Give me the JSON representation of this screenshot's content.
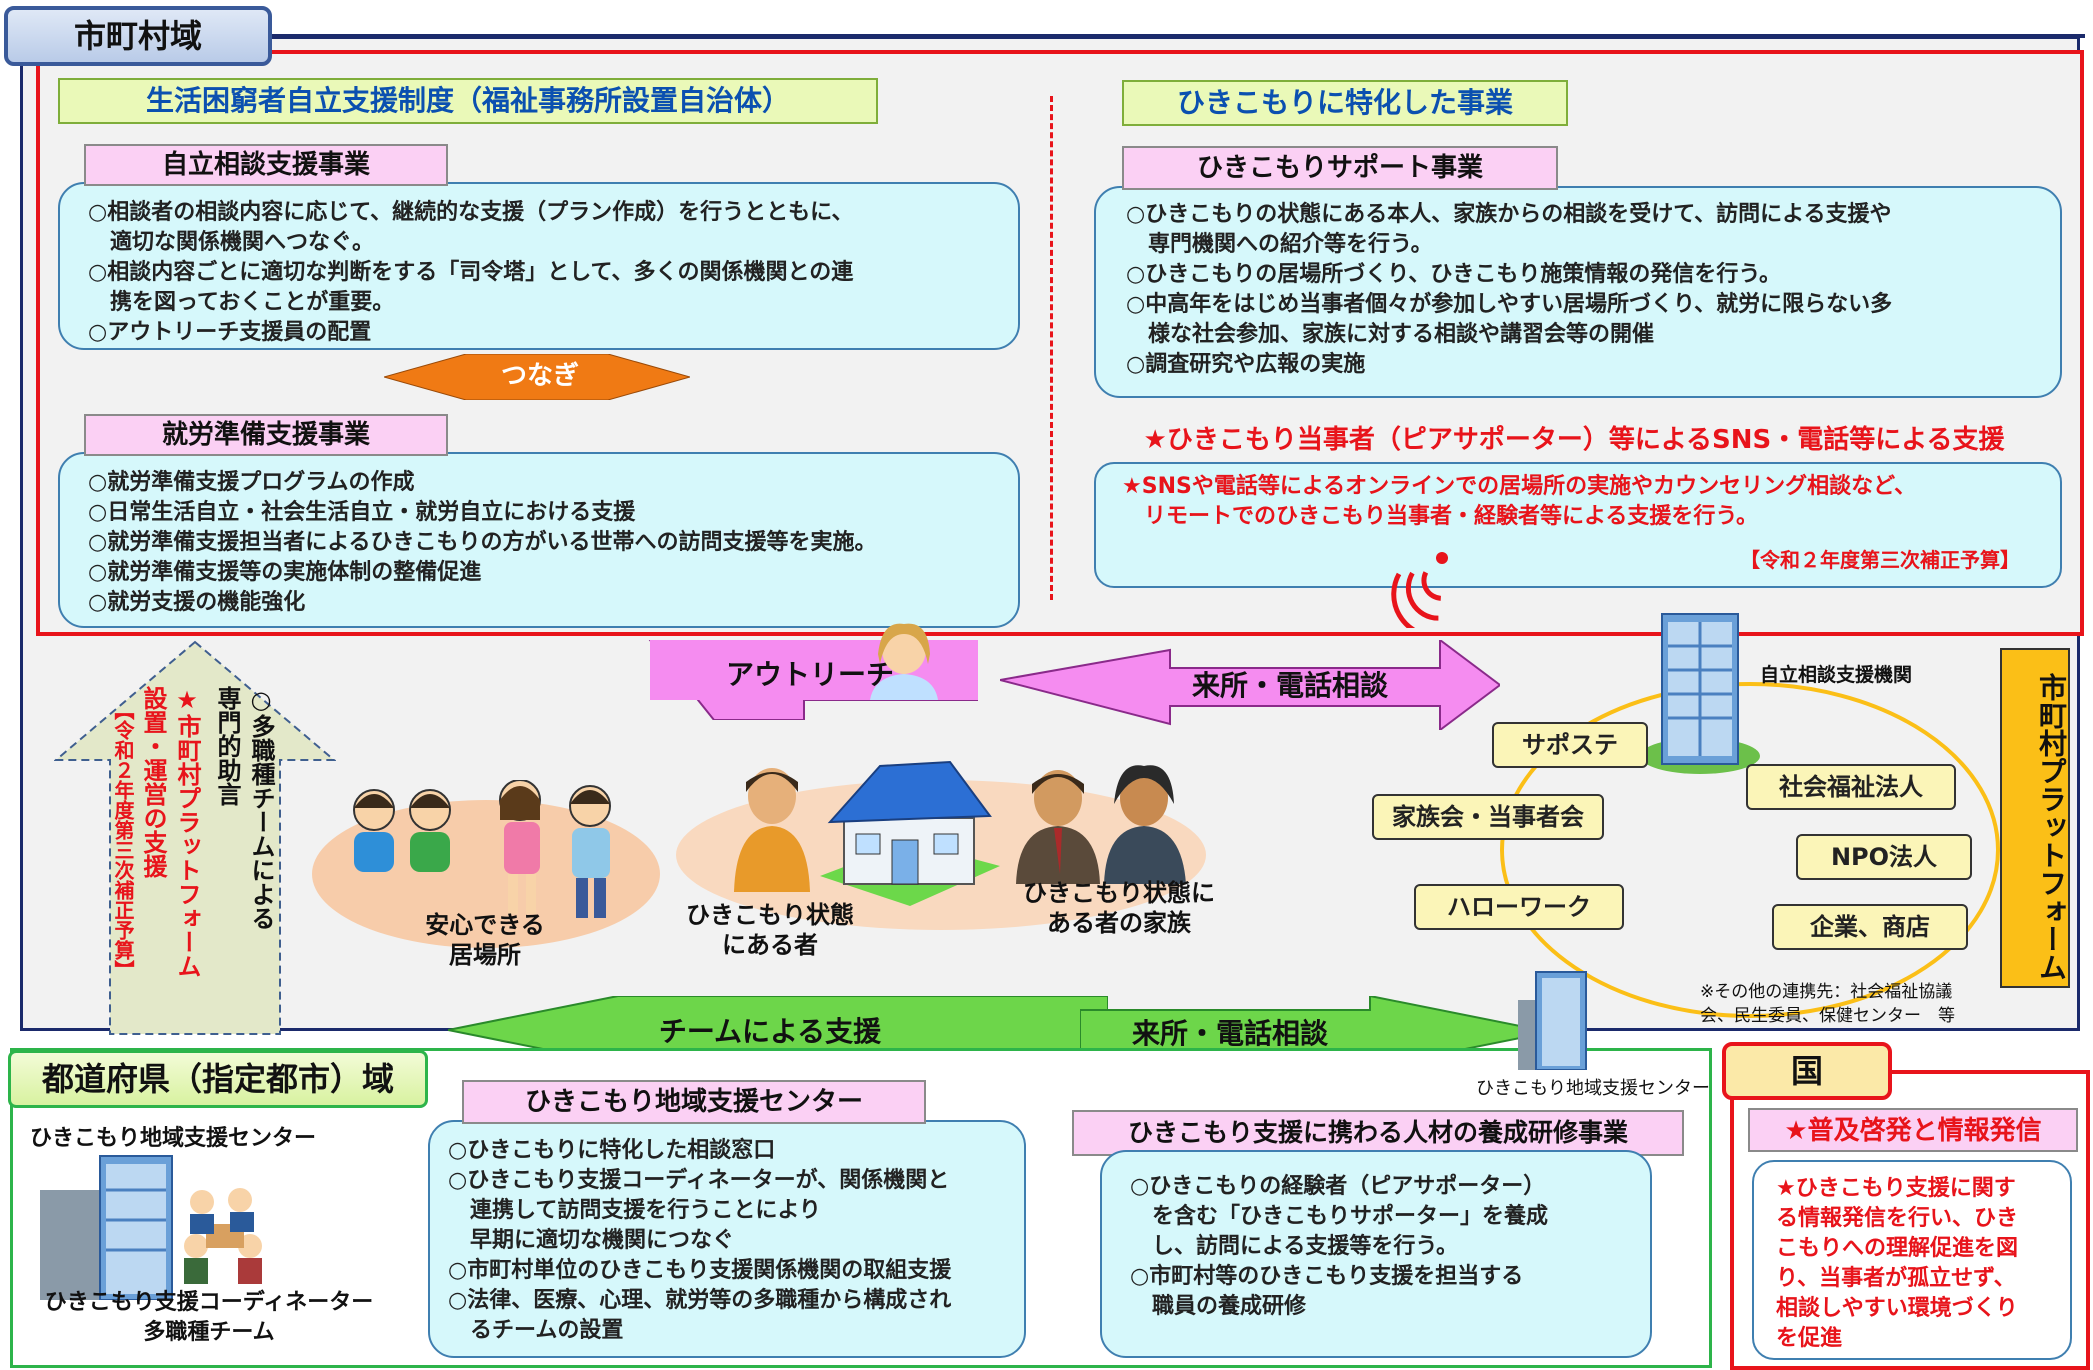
{
  "municipal": {
    "label": "市町村域",
    "poverty_title": "生活困窮者自立支援制度（福祉事務所設置自治体）",
    "jiritsu_title": "自立相談支援事業",
    "jiritsu_text": "○相談者の相談内容に応じて、継続的な支援（プラン作成）を行うとともに、\n　適切な関係機関へつなぐ。\n○相談内容ごとに適切な判断をする「司令塔」として、多くの関係機関との連\n　携を図っておくことが重要。\n○アウトリーチ支援員の配置",
    "tsunagi": "つなぎ",
    "shuro_title": "就労準備支援事業",
    "shuro_text": "○就労準備支援プログラムの作成\n○日常生活自立・社会生活自立・就労自立における支援\n○就労準備支援担当者によるひきこもりの方がいる世帯への訪問支援等を実施。\n○就労準備支援等の実施体制の整備促進\n○就労支援の機能強化",
    "hiki_specific_title": "ひきこもりに特化した事業",
    "support_title": "ひきこもりサポート事業",
    "support_text": "○ひきこもりの状態にある本人、家族からの相談を受けて、訪問による支援や\n　専門機関への紹介等を行う。\n○ひきこもりの居場所づくり、ひきこもり施策情報の発信を行う。\n○中高年をはじめ当事者個々が参加しやすい居場所づくり、就労に限らない多\n　様な社会参加、家族に対する相談や講習会等の開催\n○調査研究や広報の実施",
    "sns_title": "★ひきこもり当事者（ピアサポーター）等によるSNS・電話等による支援",
    "sns_text": "★SNSや電話等によるオンラインでの居場所の実施やカウンセリング相談など、\n　リモートでのひきこもり当事者・経験者等による支援を行う。",
    "sns_budget": "【令和２年度第三次補正予算】",
    "outreach": "アウトリーチ",
    "visit_phone": "来所・電話相談",
    "up_arrow_black": "○多職種チームによる\n専門的助言",
    "up_arrow_red": "★市町村プラットフォーム\n設置・運営の支援",
    "up_arrow_budget": "【令和２年度第三次補正予算】",
    "safe_place": "安心できる\n居場所",
    "hiki_person": "ひきこもり状態\nにある者",
    "hiki_family": "ひきこもり状態に\nある者の家族",
    "platform": {
      "center_label": "自立相談支援機関",
      "items": [
        "サポステ",
        "社会福祉法人",
        "家族会・当事者会",
        "NPO法人",
        "ハローワーク",
        "企業、商店"
      ],
      "note": "※その他の連携先：社会福祉協議\n会、民生委員、保健センター　等",
      "vertical_label": "市町村プラットフォーム"
    }
  },
  "prefecture": {
    "label": "都道府県（指定都市）域",
    "team_support": "チームによる支援",
    "visit_phone": "来所・電話相談",
    "center_caption_top": "ひきこもり地域支援センター",
    "coordinator_caption": "ひきこもり支援コーディネーター\n多職種チーム",
    "center_title": "ひきこもり地域支援センター",
    "center_text": "○ひきこもりに特化した相談窓口\n○ひきこもり支援コーディネーターが、関係機関と\n　連携して訪問支援を行うことにより\n　早期に適切な機関につなぐ\n○市町村単位のひきこもり支援関係機関の取組支援\n○法律、医療、心理、就労等の多職種から構成され\n　るチームの設置",
    "building_caption": "ひきこもり地域支援センター",
    "training_title": "ひきこもり支援に携わる人材の養成研修事業",
    "training_text": "○ひきこもりの経験者（ピアサポーター）\n　を含む「ひきこもりサポーター」を養成\n　し、訪問による支援等を行う。\n○市町村等のひきこもり支援を担当する\n　職員の養成研修"
  },
  "national": {
    "label": "国",
    "title": "★普及啓発と情報発信",
    "text": "★ひきこもり支援に関す\nる情報発信を行い、ひき\nこもりへの理解促進を図\nり、当事者が孤立せず、\n相談しやすい環境づくり\nを促進"
  }
}
